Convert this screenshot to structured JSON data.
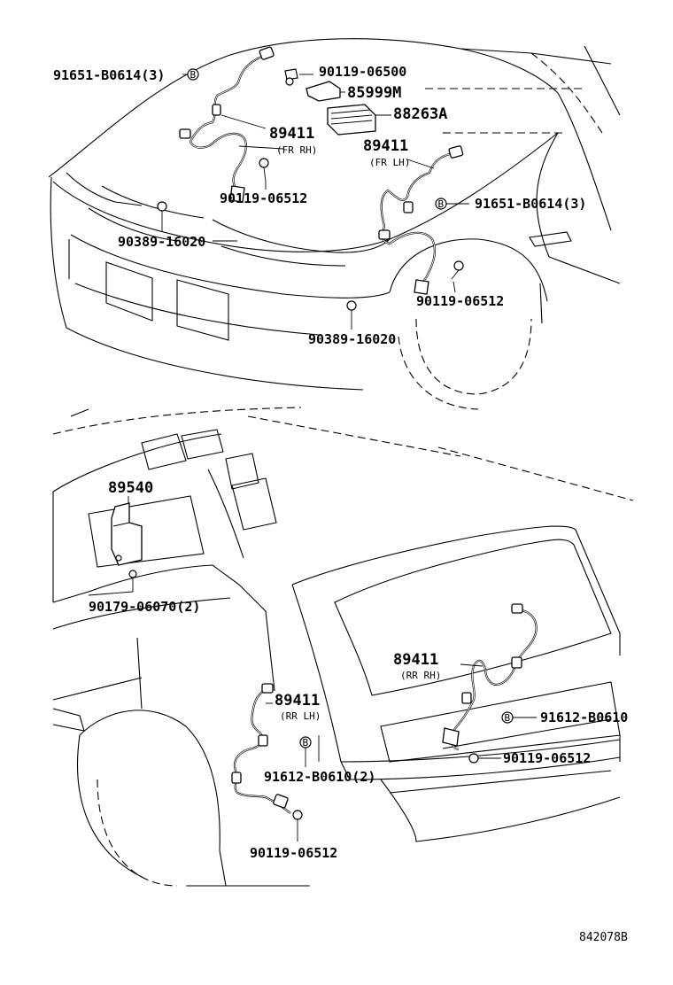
{
  "labels": {
    "clip_91651_left": "91651-B0614(3)",
    "screw_90119_06500": "90119-06500",
    "bracket_85999M": "85999M",
    "relay_88263A": "88263A",
    "sensor_89411_fr_rh": "89411",
    "sensor_fr_rh_sub": "(FR RH)",
    "sensor_89411_fr_lh": "89411",
    "sensor_fr_lh_sub": "(FR LH)",
    "bolt_90119_06512_a": "90119-06512",
    "clip_91651_right": "91651-B0614(3)",
    "clip_90389_a": "90389-16020",
    "bolt_90119_06512_b": "90119-06512",
    "clip_90389_b": "90389-16020",
    "computer_89540": "89540",
    "bolt_90179_06070": "90179-06070(2)",
    "sensor_89411_rr_rh": "89411",
    "sensor_rr_rh_sub": "(RR RH)",
    "sensor_89411_rr_lh": "89411",
    "sensor_rr_lh_sub": "(RR LH)",
    "clip_91612_right": "91612-B0610",
    "bolt_90119_06512_c": "90119-06512",
    "clip_91612_left": "91612-B0610(2)",
    "bolt_90119_06512_d": "90119-06512",
    "drawing_ref": "842078B",
    "clip_marker": "B"
  }
}
